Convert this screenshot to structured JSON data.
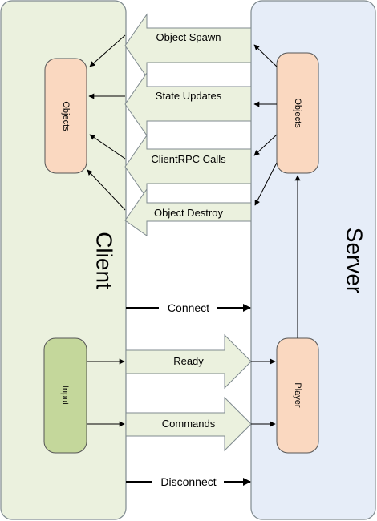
{
  "panels": {
    "client": {
      "label": "Client"
    },
    "server": {
      "label": "Server"
    }
  },
  "nodes": {
    "client_objects": "Objects",
    "server_objects": "Objects",
    "input": "Input",
    "player": "Player"
  },
  "messages": {
    "object_spawn": "Object Spawn",
    "state_updates": "State Updates",
    "client_rpc_calls": "ClientRPC Calls",
    "object_destroy": "Object Destroy",
    "connect": "Connect",
    "ready": "Ready",
    "commands": "Commands",
    "disconnect": "Disconnect"
  },
  "colors": {
    "client_panel": "#ebf1de",
    "server_panel": "#e6edf8",
    "objects_node": "#fad8c0",
    "input_node": "#c4d79b",
    "message_arrow": "#ebf1de"
  }
}
